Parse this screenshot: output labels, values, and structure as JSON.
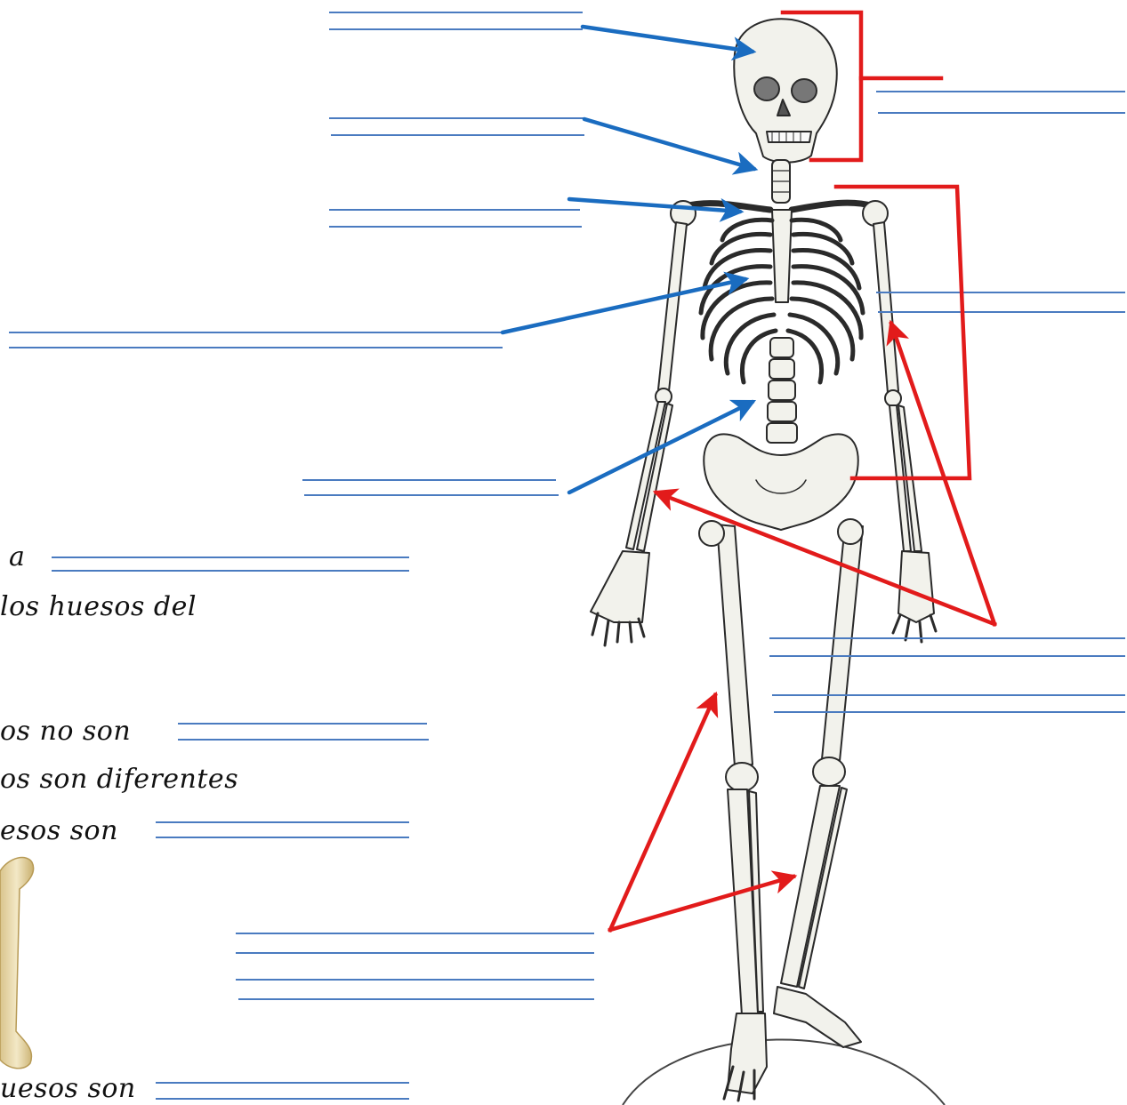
{
  "worksheet": {
    "text_fragments": [
      "a",
      "los huesos del",
      "os no son",
      "os son diferentes",
      "esos son",
      "uesos son"
    ]
  },
  "colors": {
    "answer_line": "#4a7bc0",
    "blue_arrow": "#1a6cc0",
    "red_bracket": "#e21b1b",
    "bone_fill": "#f2f2ec",
    "bone_stroke": "#2a2a2a",
    "femur_thumb": "#e4d3a0",
    "text": "#111111"
  },
  "icons": {
    "skeleton": "human-skeleton-illustration",
    "femur": "femur-bone-thumbnail"
  }
}
